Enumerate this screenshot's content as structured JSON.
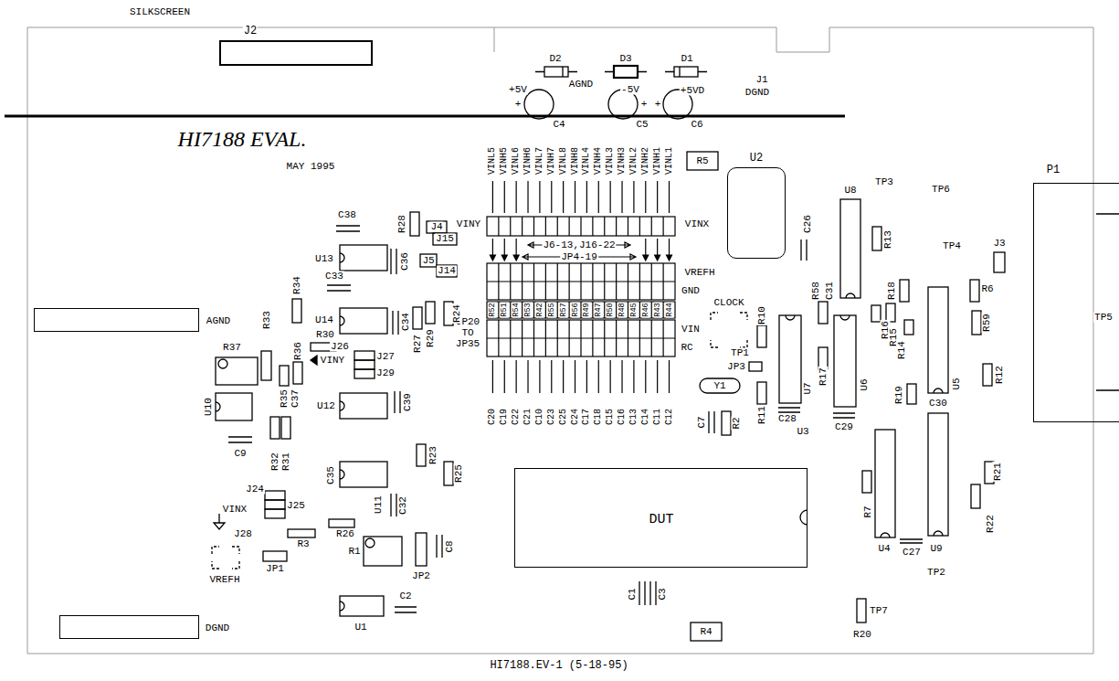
{
  "diagram": {
    "title": "HI7188 EVAL.",
    "caption": "HI7188.EV-1 (5-18-95)",
    "nodes": [
      {
        "text": [
          "J2"
        ]
      },
      {
        "text": [
          "U2"
        ]
      },
      {
        "text": [
          "P1"
        ]
      },
      {
        "text": [
          "AGND"
        ]
      },
      {
        "text": [
          "U3",
          "DUT"
        ]
      },
      {
        "text": [
          "DGND"
        ]
      }
    ],
    "labels": [
      "SILKSCREEN",
      "MAY 1995",
      "D2",
      "+5V",
      "D3",
      "-5V",
      "D1",
      "+5VD",
      "J1",
      "DGND",
      "AGND",
      "C4",
      "C5",
      "C6",
      "+",
      "+",
      "+",
      "R5",
      "VINL5",
      "VINH5",
      "VINL6",
      "VINH6",
      "VINL7",
      "VINH7",
      "VINL8",
      "VINH8",
      "VINL4",
      "VINH4",
      "VINL3",
      "VINH3",
      "VINL2",
      "VINH2",
      "VINH1",
      "VINL1",
      "VINY",
      "VINX",
      "VREFH",
      "GND",
      "J6-13,J16-22",
      "JP4-19",
      "R52",
      "R51",
      "R54",
      "R53",
      "R42",
      "R55",
      "R57",
      "R56",
      "R49",
      "R47",
      "R50",
      "R48",
      "R45",
      "R46",
      "R43",
      "R44",
      "VIN",
      "RC",
      "JP20",
      "TO",
      "JP35",
      "C20",
      "C19",
      "C22",
      "C21",
      "C10",
      "C23",
      "C25",
      "C24",
      "C17",
      "C18",
      "C15",
      "C16",
      "C13",
      "C14",
      "C11",
      "C12",
      "C38",
      "R28",
      "C36",
      "J4",
      "J15",
      "J5",
      "J14",
      "U13",
      "C33",
      "R34",
      "R33",
      "R37",
      "U14",
      "C34",
      "R27",
      "R29",
      "R24",
      "R30",
      "R36",
      "J26",
      "J27",
      "VINY",
      "J29",
      "U10",
      "R35",
      "C37",
      "C39",
      "C9",
      "R32",
      "R31",
      "U12",
      "R23",
      "R25",
      "C35",
      "J24",
      "J25",
      "U11",
      "C32",
      "VINX",
      "J28",
      "R26",
      "R3",
      "R1",
      "C8",
      "JP1",
      "JP2",
      "VREFH",
      "U1",
      "C2",
      "C26",
      "R13",
      "U8",
      "TP3",
      "TP6",
      "TP4",
      "J3",
      "TP5",
      "CLOCK",
      "R58",
      "C31",
      "R18",
      "R6",
      "R59",
      "R10",
      "R16",
      "R15",
      "R14",
      "TP1",
      "JP3",
      "R17",
      "U7",
      "U6",
      "U5",
      "R12",
      "R19",
      "C30",
      "Y1",
      "C28",
      "C29",
      "R11",
      "R2",
      "C7",
      "R21",
      "R22",
      "R7",
      "U4",
      "C27",
      "U9",
      "TP2",
      "TP7",
      "R20",
      "C1",
      "C3",
      "R4"
    ]
  }
}
